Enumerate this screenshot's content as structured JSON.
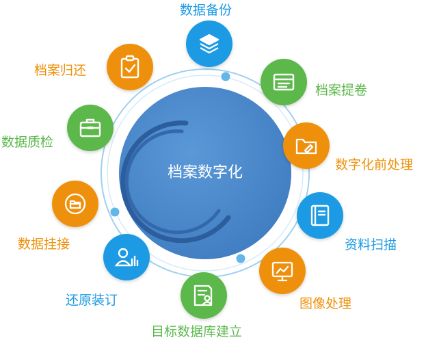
{
  "center": {
    "title": "档案数字化",
    "color": "#4a8acc"
  },
  "colors": {
    "blue": "#1c9ae3",
    "green": "#5cb84c",
    "orange": "#ef9009",
    "ring": "#64b5e8"
  },
  "nodes": [
    {
      "id": "backup",
      "label": "数据备份",
      "color": "blue",
      "icon": "layers-icon"
    },
    {
      "id": "retrieve",
      "label": "档案提卷",
      "color": "green",
      "icon": "document-list-icon"
    },
    {
      "id": "preproc",
      "label": "数字化前处理",
      "color": "orange",
      "icon": "folder-edit-icon"
    },
    {
      "id": "scan",
      "label": "资料扫描",
      "color": "blue",
      "icon": "book-icon"
    },
    {
      "id": "image",
      "label": "图像处理",
      "color": "orange",
      "icon": "chart-board-icon"
    },
    {
      "id": "database",
      "label": "目标数据库建立",
      "color": "green",
      "icon": "user-document-icon"
    },
    {
      "id": "binding",
      "label": "还原装订",
      "color": "blue",
      "icon": "user-stats-icon"
    },
    {
      "id": "mount",
      "label": "数据挂接",
      "color": "orange",
      "icon": "folder-link-icon"
    },
    {
      "id": "qc",
      "label": "数据质检",
      "color": "green",
      "icon": "briefcase-icon"
    },
    {
      "id": "archive",
      "label": "档案归还",
      "color": "orange",
      "icon": "clipboard-check-icon"
    }
  ]
}
